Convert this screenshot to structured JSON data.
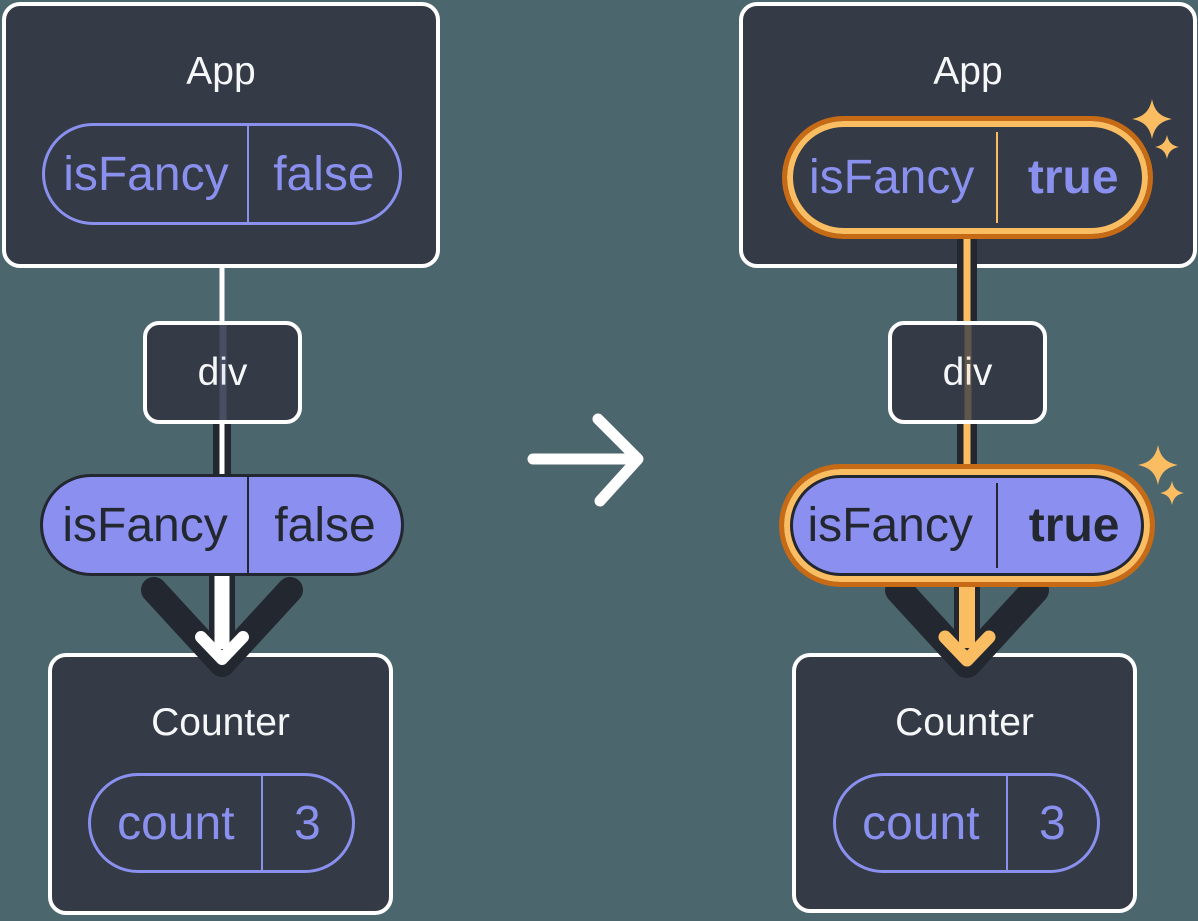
{
  "colors": {
    "background": "#4C666D",
    "card_bg": "#343A46",
    "card_border": "#FFFFFF",
    "purple": "#8A90EE",
    "lavender": "#8B90F0",
    "dark": "#23272F",
    "orange_dark": "#C76A15",
    "orange_light": "#FABD62",
    "text_light": "#F6F7F9"
  },
  "left_diagram": {
    "app_card": {
      "title": "App",
      "prop_pill": {
        "name": "isFancy",
        "value": "false"
      }
    },
    "div_card": {
      "label": "div"
    },
    "passed_prop_pill": {
      "name": "isFancy",
      "value": "false"
    },
    "counter_card": {
      "title": "Counter",
      "state_pill": {
        "name": "count",
        "value": "3"
      }
    }
  },
  "right_diagram": {
    "app_card": {
      "title": "App",
      "prop_pill": {
        "name": "isFancy",
        "value": "true"
      }
    },
    "div_card": {
      "label": "div"
    },
    "passed_prop_pill": {
      "name": "isFancy",
      "value": "true"
    },
    "counter_card": {
      "title": "Counter",
      "state_pill": {
        "name": "count",
        "value": "3"
      }
    }
  }
}
